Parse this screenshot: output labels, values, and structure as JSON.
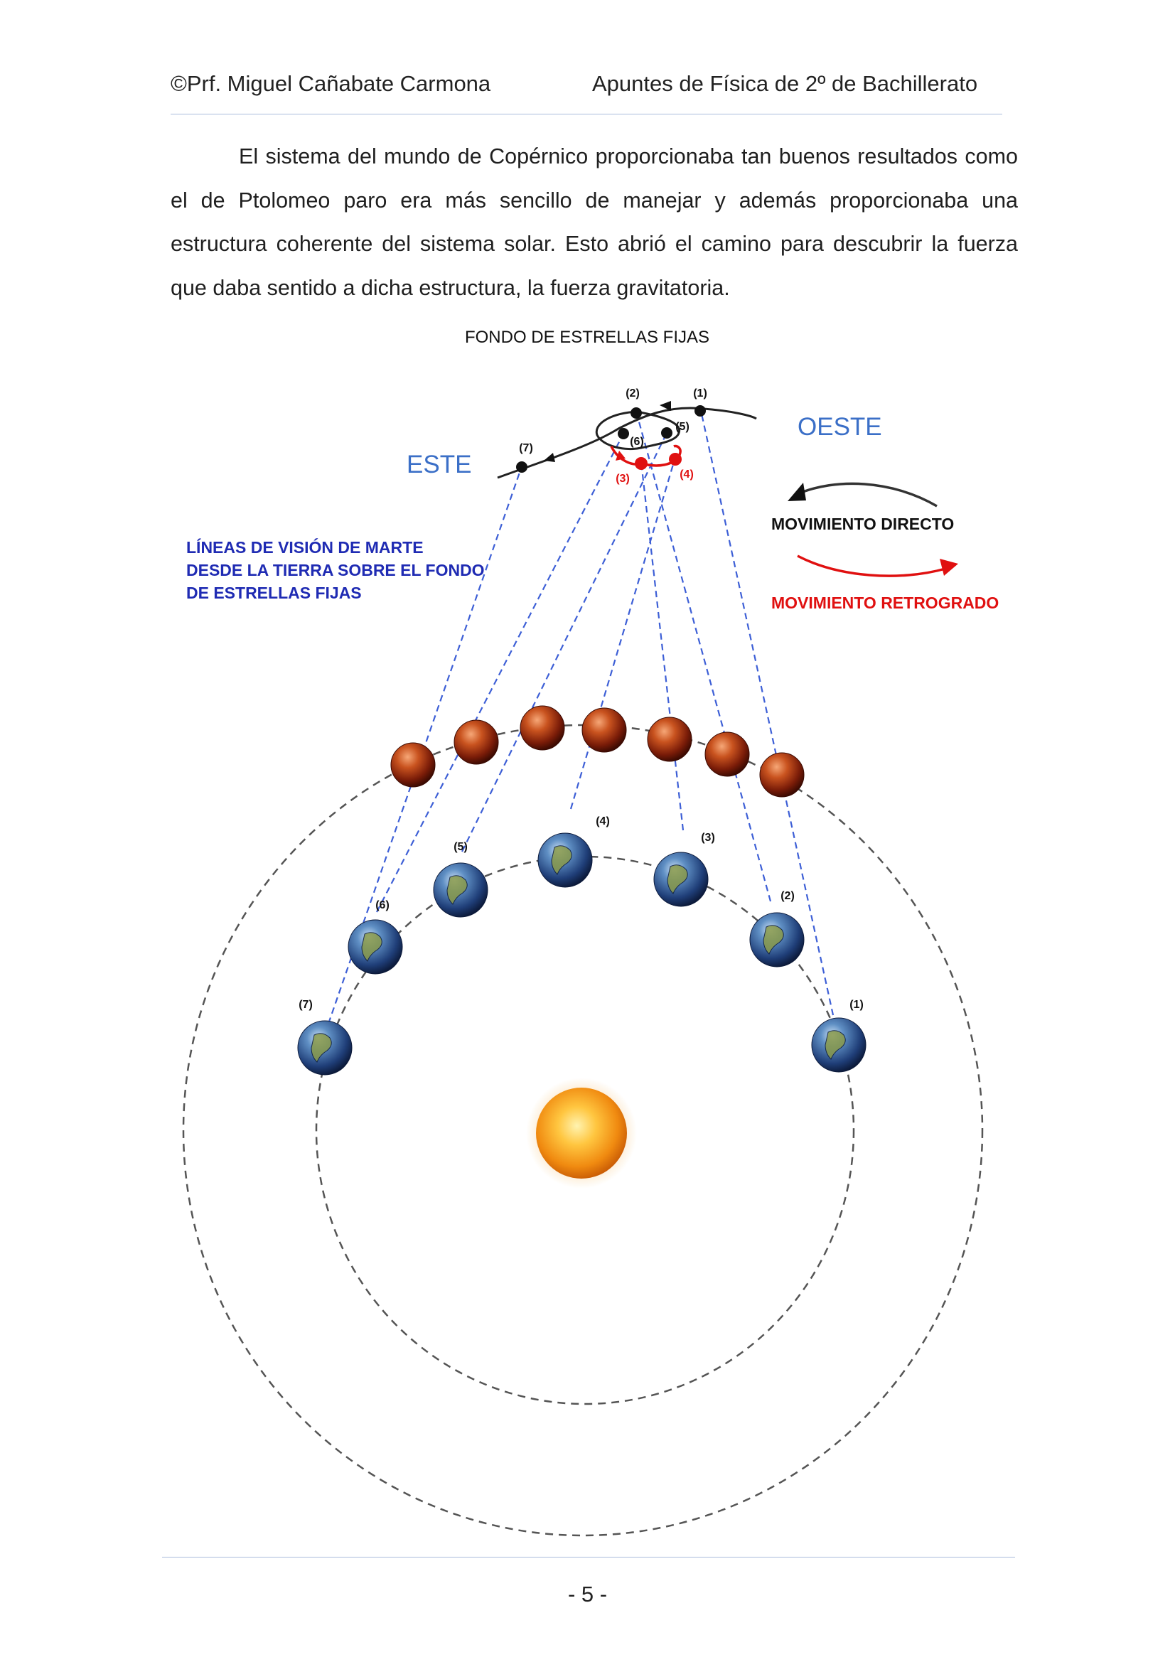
{
  "header": {
    "author": "©Prf. Miguel Cañabate Carmona",
    "course": "Apuntes de Física de 2º de Bachillerato"
  },
  "body": {
    "paragraph": "El sistema del mundo de Copérnico proporcionaba tan buenos resultados como el de Ptolomeo paro era más sencillo de manejar y además proporcionaba una estructura coherente del sistema solar. Esto abrió el camino para descubrir la fuerza que daba sentido a dicha estructura, la fuerza gravitatoria."
  },
  "figure": {
    "title": "FONDO DE ESTRELLAS FIJAS",
    "east_label": "ESTE",
    "west_label": "OESTE",
    "sight_lines_caption": [
      "LÍNEAS DE VISIÓN DE MARTE",
      "DESDE LA TIERRA SOBRE EL FONDO",
      "DE ESTRELLAS FIJAS"
    ],
    "legend_direct": "MOVIMIENTO DIRECTO",
    "legend_retro": "MOVIMIENTO RETROGRADO",
    "position_labels": [
      "(1)",
      "(2)",
      "(3)",
      "(4)",
      "(5)",
      "(6)",
      "(7)"
    ],
    "colors": {
      "east_west_text": "#3b6fc7",
      "caption_text": "#1f2bb3",
      "retrograde": "#e01010",
      "sight_line": "#3d5fd6",
      "orbit": "#555555"
    }
  },
  "footer": {
    "page": "- 5 -"
  }
}
